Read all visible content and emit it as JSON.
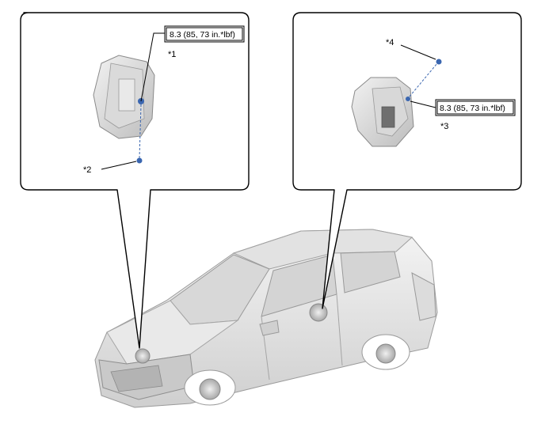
{
  "left_panel": {
    "torque": "8.3 (85, 73 in.*lbf)",
    "callouts": [
      "*1",
      "*2"
    ]
  },
  "right_panel": {
    "torque": "8.3 (85, 73 in.*lbf)",
    "callouts": [
      "*4",
      "*3"
    ]
  },
  "colors": {
    "outline": "#000000",
    "bolt": "#3a66b0",
    "part_fill": "#e6e6e6",
    "part_shadow": "#bdbdbd",
    "dashed_line": "#3a66b0"
  }
}
